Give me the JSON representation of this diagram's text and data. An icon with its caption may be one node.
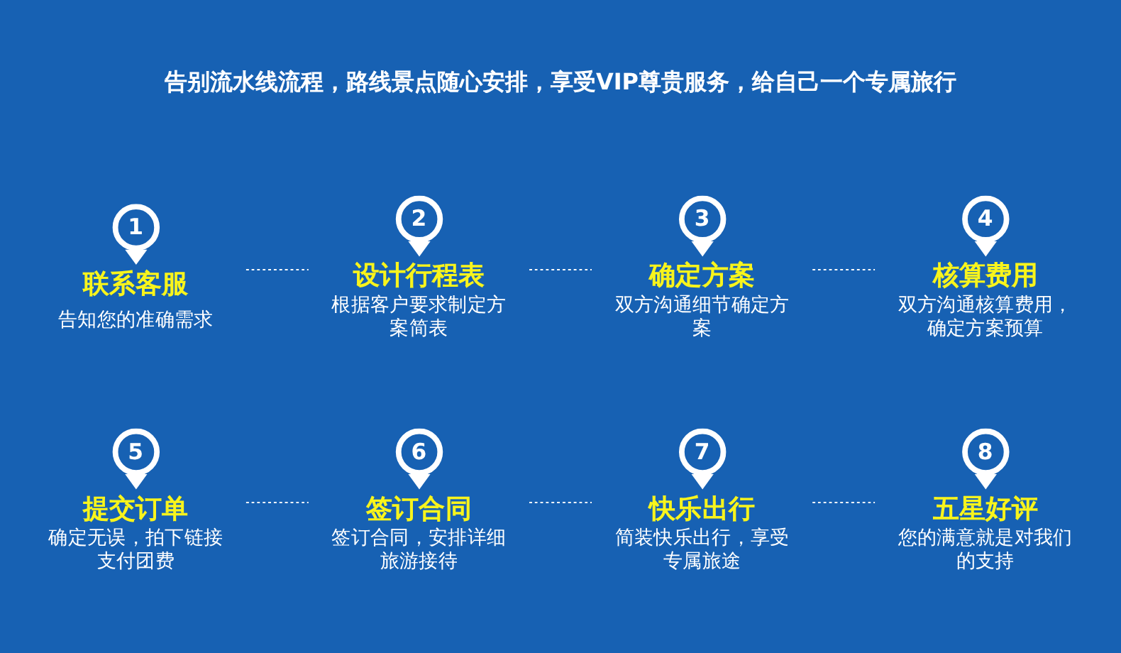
{
  "diagram": {
    "title": "告别流水线流程，路线景点随心安排，享受VIP尊贵服务，给自己一个专属旅行",
    "nodes": [
      {
        "text": [
          "1",
          "联系客服",
          "告知您的准确需求"
        ]
      },
      {
        "text": [
          "2",
          "设计行程表",
          "根据客户要求制定方案简表"
        ]
      },
      {
        "text": [
          "3",
          "确定方案",
          "双方沟通细节确定方案"
        ]
      },
      {
        "text": [
          "4",
          "核算费用",
          "双方沟通核算费用，确定方案预算"
        ]
      },
      {
        "text": [
          "5",
          "提交订单",
          "确定无误，拍下链接支付团费"
        ]
      },
      {
        "text": [
          "6",
          "签订合同",
          "签订合同，安排详细旅游接待"
        ]
      },
      {
        "text": [
          "7",
          "快乐出行",
          "简装快乐出行，享受专属旅途"
        ]
      },
      {
        "text": [
          "8",
          "五星好评",
          "您的满意就是对我们的支持"
        ]
      }
    ],
    "edges": [
      {
        "from": 0,
        "to": 1,
        "arrow": "none",
        "style": "dashed"
      },
      {
        "from": 1,
        "to": 2,
        "arrow": "none",
        "style": "dashed"
      },
      {
        "from": 2,
        "to": 3,
        "arrow": "none",
        "style": "dashed"
      },
      {
        "from": 4,
        "to": 5,
        "arrow": "none",
        "style": "dashed"
      },
      {
        "from": 5,
        "to": 6,
        "arrow": "none",
        "style": "dashed"
      },
      {
        "from": 6,
        "to": 7,
        "arrow": "none",
        "style": "dashed"
      }
    ]
  }
}
